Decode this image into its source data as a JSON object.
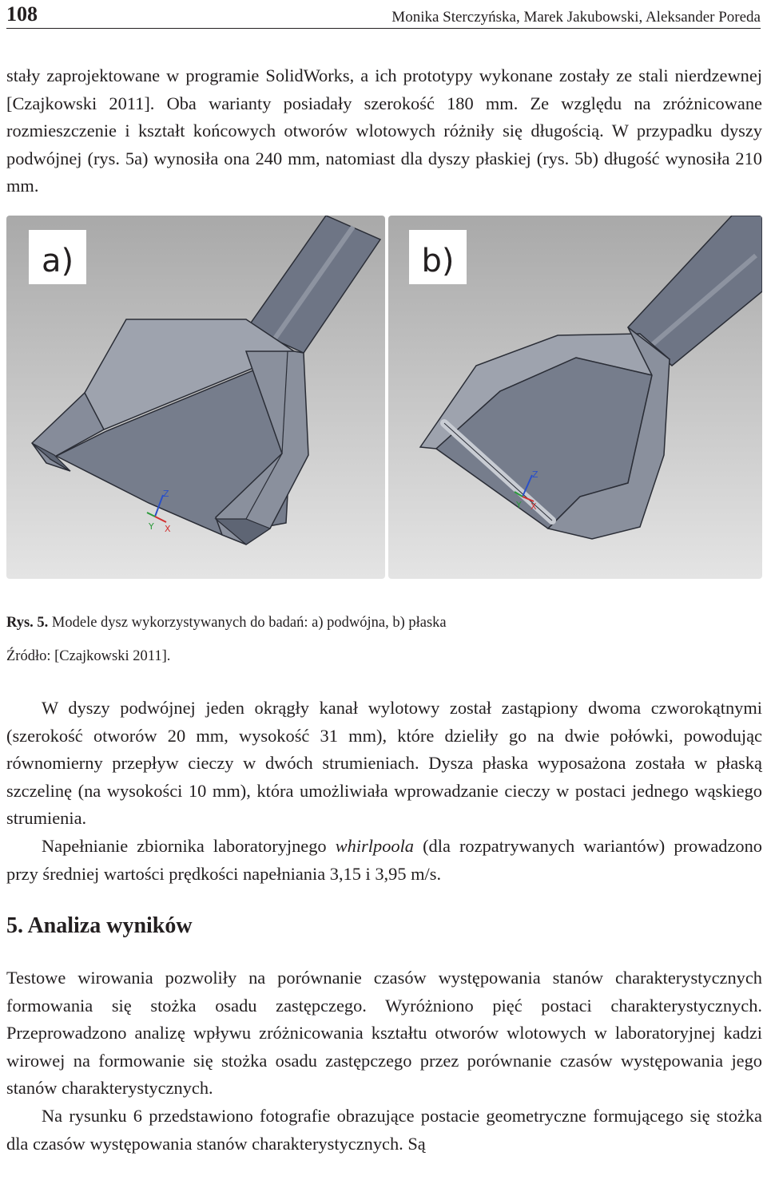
{
  "header": {
    "page_number": "108",
    "authors": "Monika Sterczyńska, Marek Jakubowski, Aleksander Poreda"
  },
  "intro_paragraph": "stały zaprojektowane w programie SolidWorks, a ich prototypy wykonane zostały ze stali nierdzewnej [Czajkowski 2011]. Oba warianty posiadały szerokość 180 mm. Ze względu na zróżnicowane rozmieszczenie i kształt końcowych otworów wlotowych różniły się długością. W przypadku dyszy podwójnej (rys. 5a) wynosiła ona 240 mm, natomiast dla dyszy płaskiej (rys. 5b) długość wynosiła 210 mm.",
  "figure": {
    "panel_a_label": "a)",
    "panel_b_label": "b)",
    "axis_z": "Z",
    "axis_y": "Y",
    "axis_x": "X",
    "caption_label": "Rys. 5.",
    "caption_text": " Modele dysz wykorzystywanych do badań: a) podwójna, b) płaska",
    "source": "Źródło: [Czajkowski 2011].",
    "colors": {
      "background": "#c2c2c2",
      "nozzle_dark": "#6e7585",
      "nozzle_mid": "#868c9a",
      "nozzle_light": "#9ea3ae",
      "edge": "#2a2d36"
    }
  },
  "paragraph_2": {
    "p1": "W dyszy podwójnej jeden okrągły kanał wylotowy został zastąpiony dwoma czworokątnymi (szerokość otworów 20 mm, wysokość 31 mm), które dzieliły go na dwie połówki, powodując równomierny przepływ cieczy w dwóch strumieniach. Dysza płaska wyposażona została w płaską szczelinę (na wysokości 10 mm), która umożliwiała wprowadzanie cieczy w postaci jednego wąskiego strumienia.",
    "p2_before": "Napełnianie zbiornika laboratoryjnego ",
    "p2_italic": "whirlpoola",
    "p2_after": " (dla rozpatrywanych wariantów) prowadzono przy średniej wartości prędkości napełniania 3,15 i 3,95 m/s."
  },
  "section": {
    "heading": "5. Analiza wyników",
    "p1": "Testowe wirowania pozwoliły na porównanie czasów występowania stanów charakterystycznych formowania się stożka osadu zastępczego. Wyróżniono pięć postaci charakterystycznych. Przeprowadzono analizę wpływu zróżnicowania kształtu otworów wlotowych w laboratoryjnej kadzi wirowej na formowanie się stożka osadu zastępczego przez porównanie czasów występowania jego stanów charakterystycznych.",
    "p2": "Na rysunku 6 przedstawiono fotografie obrazujące postacie geometryczne formującego się stożka dla czasów występowania stanów charakterystycznych. Są"
  }
}
